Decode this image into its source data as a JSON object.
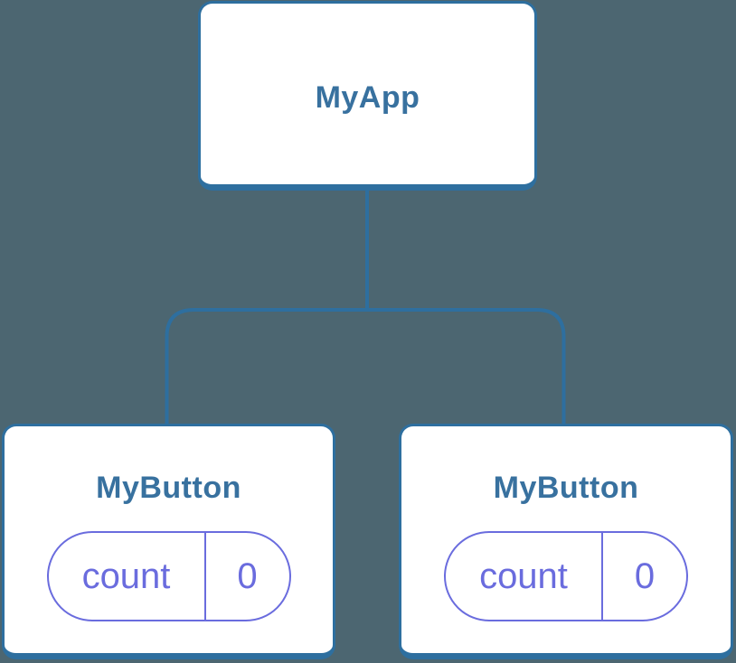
{
  "canvas": {
    "background_color": "#4C6671"
  },
  "palette": {
    "card_background": "#FFFFFF",
    "node_border_blue": "#2E6F9F",
    "node_label_blue": "#38719F",
    "connector_blue": "#2E6F9F",
    "state_purple": "#6A6CDE"
  },
  "tree": {
    "root": {
      "label": "MyApp"
    },
    "children": [
      {
        "label": "MyButton",
        "state": {
          "key": "count",
          "value": "0"
        }
      },
      {
        "label": "MyButton",
        "state": {
          "key": "count",
          "value": "0"
        }
      }
    ]
  }
}
